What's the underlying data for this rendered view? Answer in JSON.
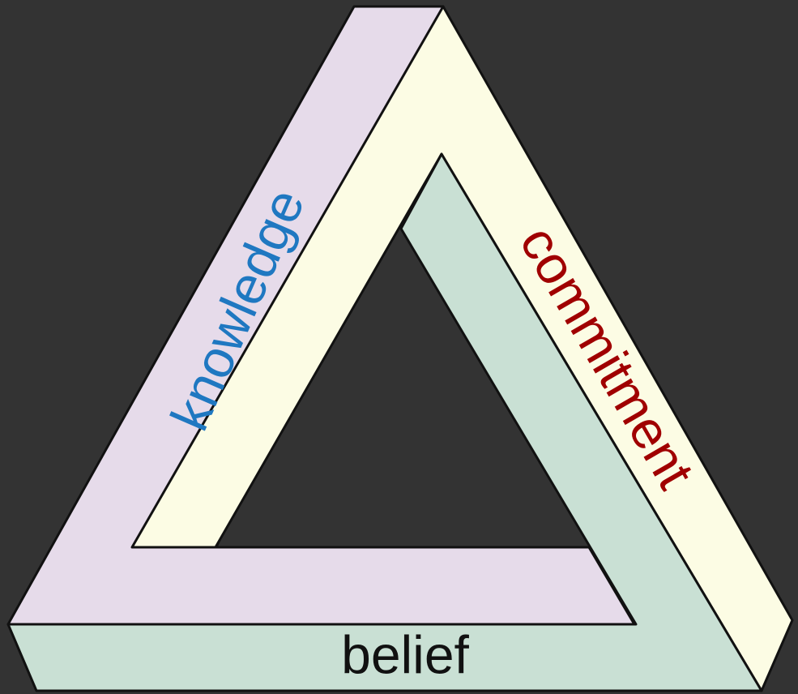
{
  "diagram": {
    "background_color": "#333333",
    "beams": {
      "knowledge": {
        "fill": "#e6dbea"
      },
      "commitment": {
        "fill": "#fcfce4"
      },
      "belief": {
        "fill": "#c9e0d4"
      }
    },
    "labels": {
      "knowledge": {
        "text": "knowledge",
        "color": "#1f78c1"
      },
      "commitment": {
        "text": "commitment",
        "color": "#a00000"
      },
      "belief": {
        "text": "belief",
        "color": "#111111"
      }
    }
  }
}
